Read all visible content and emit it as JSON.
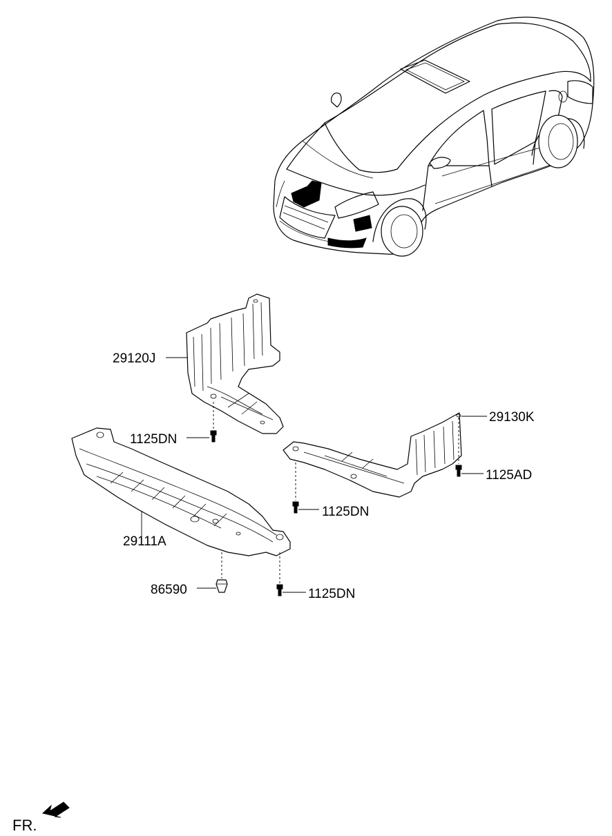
{
  "labels": {
    "p29120J": "29120J",
    "p29130K": "29130K",
    "p29111A": "29111A",
    "bolt_left": "1125DN",
    "bolt_mid": "1125DN",
    "bolt_bottom": "1125DN",
    "bolt_right": "1125AD",
    "clip": "86590"
  },
  "direction": {
    "label": "FR."
  }
}
